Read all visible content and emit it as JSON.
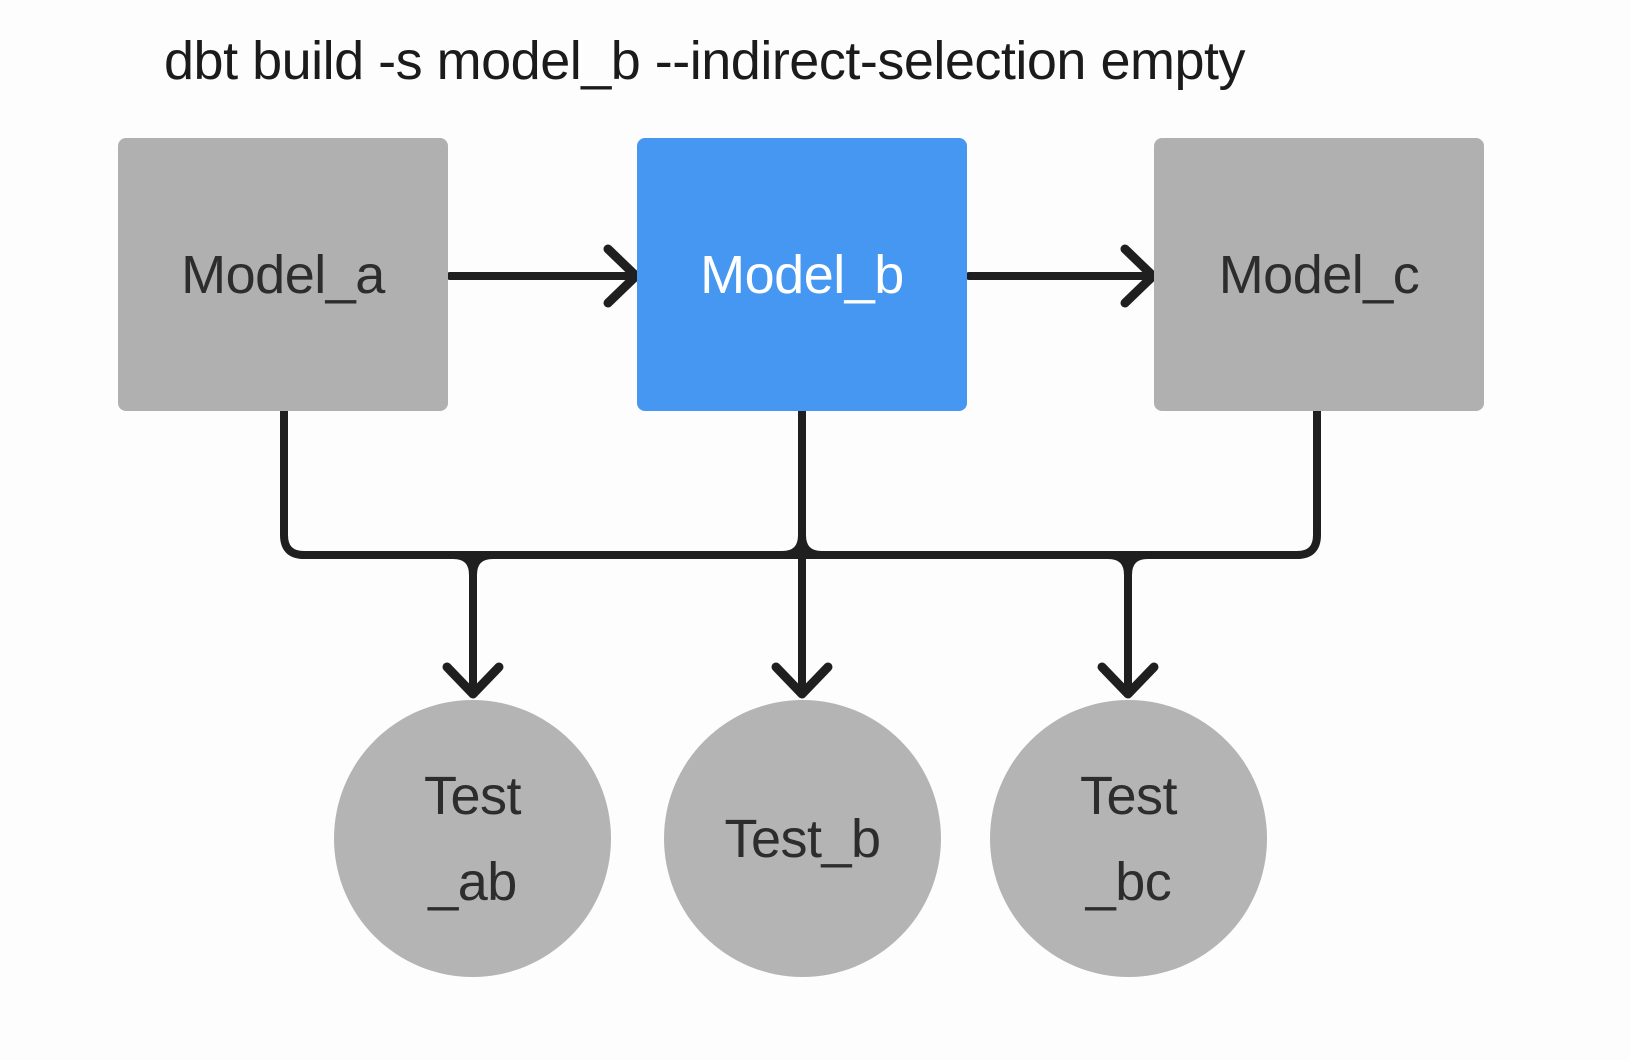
{
  "title": "dbt build -s model_b --indirect-selection empty",
  "colors": {
    "background": "#fdfdfd",
    "model_node_fill": "#b0b0b0",
    "selected_node_fill": "#4697f2",
    "test_node_fill": "#b4b4b4",
    "edge_stroke": "#1f1f1f",
    "node_text_dark": "#2d2d2d",
    "node_text_light": "#ffffff",
    "title_text": "#1b1b1b"
  },
  "diagram": {
    "nodes": [
      {
        "id": "model_a",
        "type": "model",
        "shape": "rectangle",
        "label": "Model_a",
        "highlighted": false
      },
      {
        "id": "model_b",
        "type": "model",
        "shape": "rectangle",
        "label": "Model_b",
        "highlighted": true
      },
      {
        "id": "model_c",
        "type": "model",
        "shape": "rectangle",
        "label": "Model_c",
        "highlighted": false
      },
      {
        "id": "test_ab",
        "type": "test",
        "shape": "circle",
        "lines": [
          "Test",
          "_ab"
        ]
      },
      {
        "id": "test_b",
        "type": "test",
        "shape": "circle",
        "lines": [
          "Test_b"
        ]
      },
      {
        "id": "test_bc",
        "type": "test",
        "shape": "circle",
        "lines": [
          "Test",
          "_bc"
        ]
      }
    ],
    "edges": [
      {
        "from": "model_a",
        "to": "model_b"
      },
      {
        "from": "model_b",
        "to": "model_c"
      },
      {
        "from": "model_a",
        "to": "test_ab"
      },
      {
        "from": "model_b",
        "to": "test_ab"
      },
      {
        "from": "model_b",
        "to": "test_b"
      },
      {
        "from": "model_b",
        "to": "test_bc"
      },
      {
        "from": "model_c",
        "to": "test_bc"
      }
    ]
  }
}
